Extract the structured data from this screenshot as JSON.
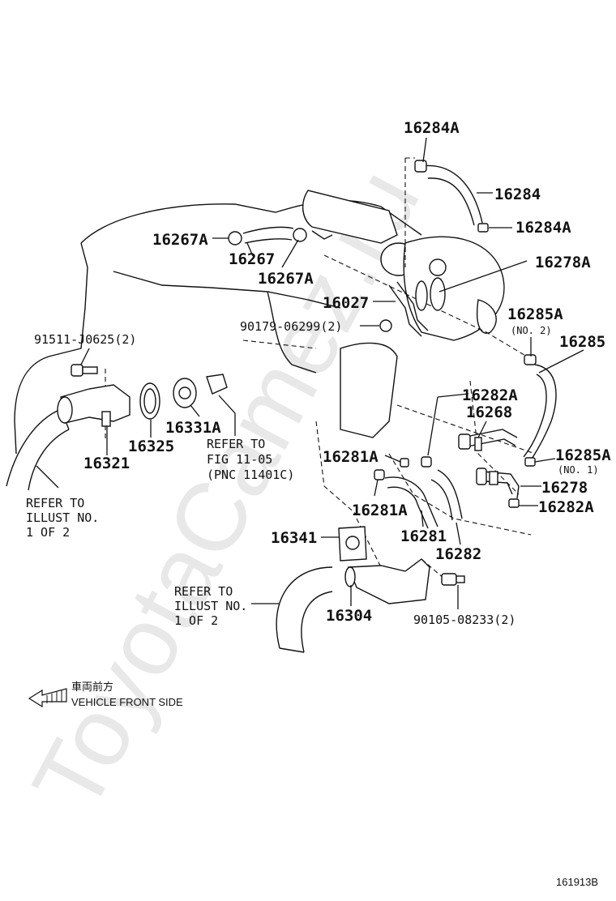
{
  "watermark": "ToyotaCamez.ru",
  "parts": {
    "p16284A_top": "16284A",
    "p16284": "16284",
    "p16284A_right": "16284A",
    "p16267A_left": "16267A",
    "p16267": "16267",
    "p16267A_bottom": "16267A",
    "p16278A": "16278A",
    "p16027": "16027",
    "p16285A_top": "16285A",
    "p16285A_top_note": "(NO. 2)",
    "p16285": "16285",
    "p90179": "90179-06299(2)",
    "p91511": "91511-J0625(2)",
    "p16282A_top": "16282A",
    "p16268": "16268",
    "p16331A": "16331A",
    "p16325": "16325",
    "p16321": "16321",
    "p16281A_top": "16281A",
    "p16285A_bottom": "16285A",
    "p16285A_bottom_note": "(NO. 1)",
    "p16278": "16278",
    "p16282A_bottom": "16282A",
    "p16281A_bottom": "16281A",
    "p16281": "16281",
    "p16282": "16282",
    "p16341": "16341",
    "p16304": "16304",
    "p90105": "90105-08233(2)"
  },
  "refs": {
    "fig_line1": "REFER TO",
    "fig_line2": "FIG 11-05",
    "fig_line3": "(PNC 11401C)",
    "illust_a_line1": "REFER TO",
    "illust_a_line2": "ILLUST NO.",
    "illust_a_line3": "1 OF 2",
    "illust_b_line1": "REFER TO",
    "illust_b_line2": "ILLUST NO.",
    "illust_b_line3": "1 OF 2"
  },
  "direction": {
    "japanese": "車両前方",
    "english": "VEHICLE FRONT SIDE",
    "icon": "arrow-left-icon"
  },
  "figure_id": "161913B"
}
